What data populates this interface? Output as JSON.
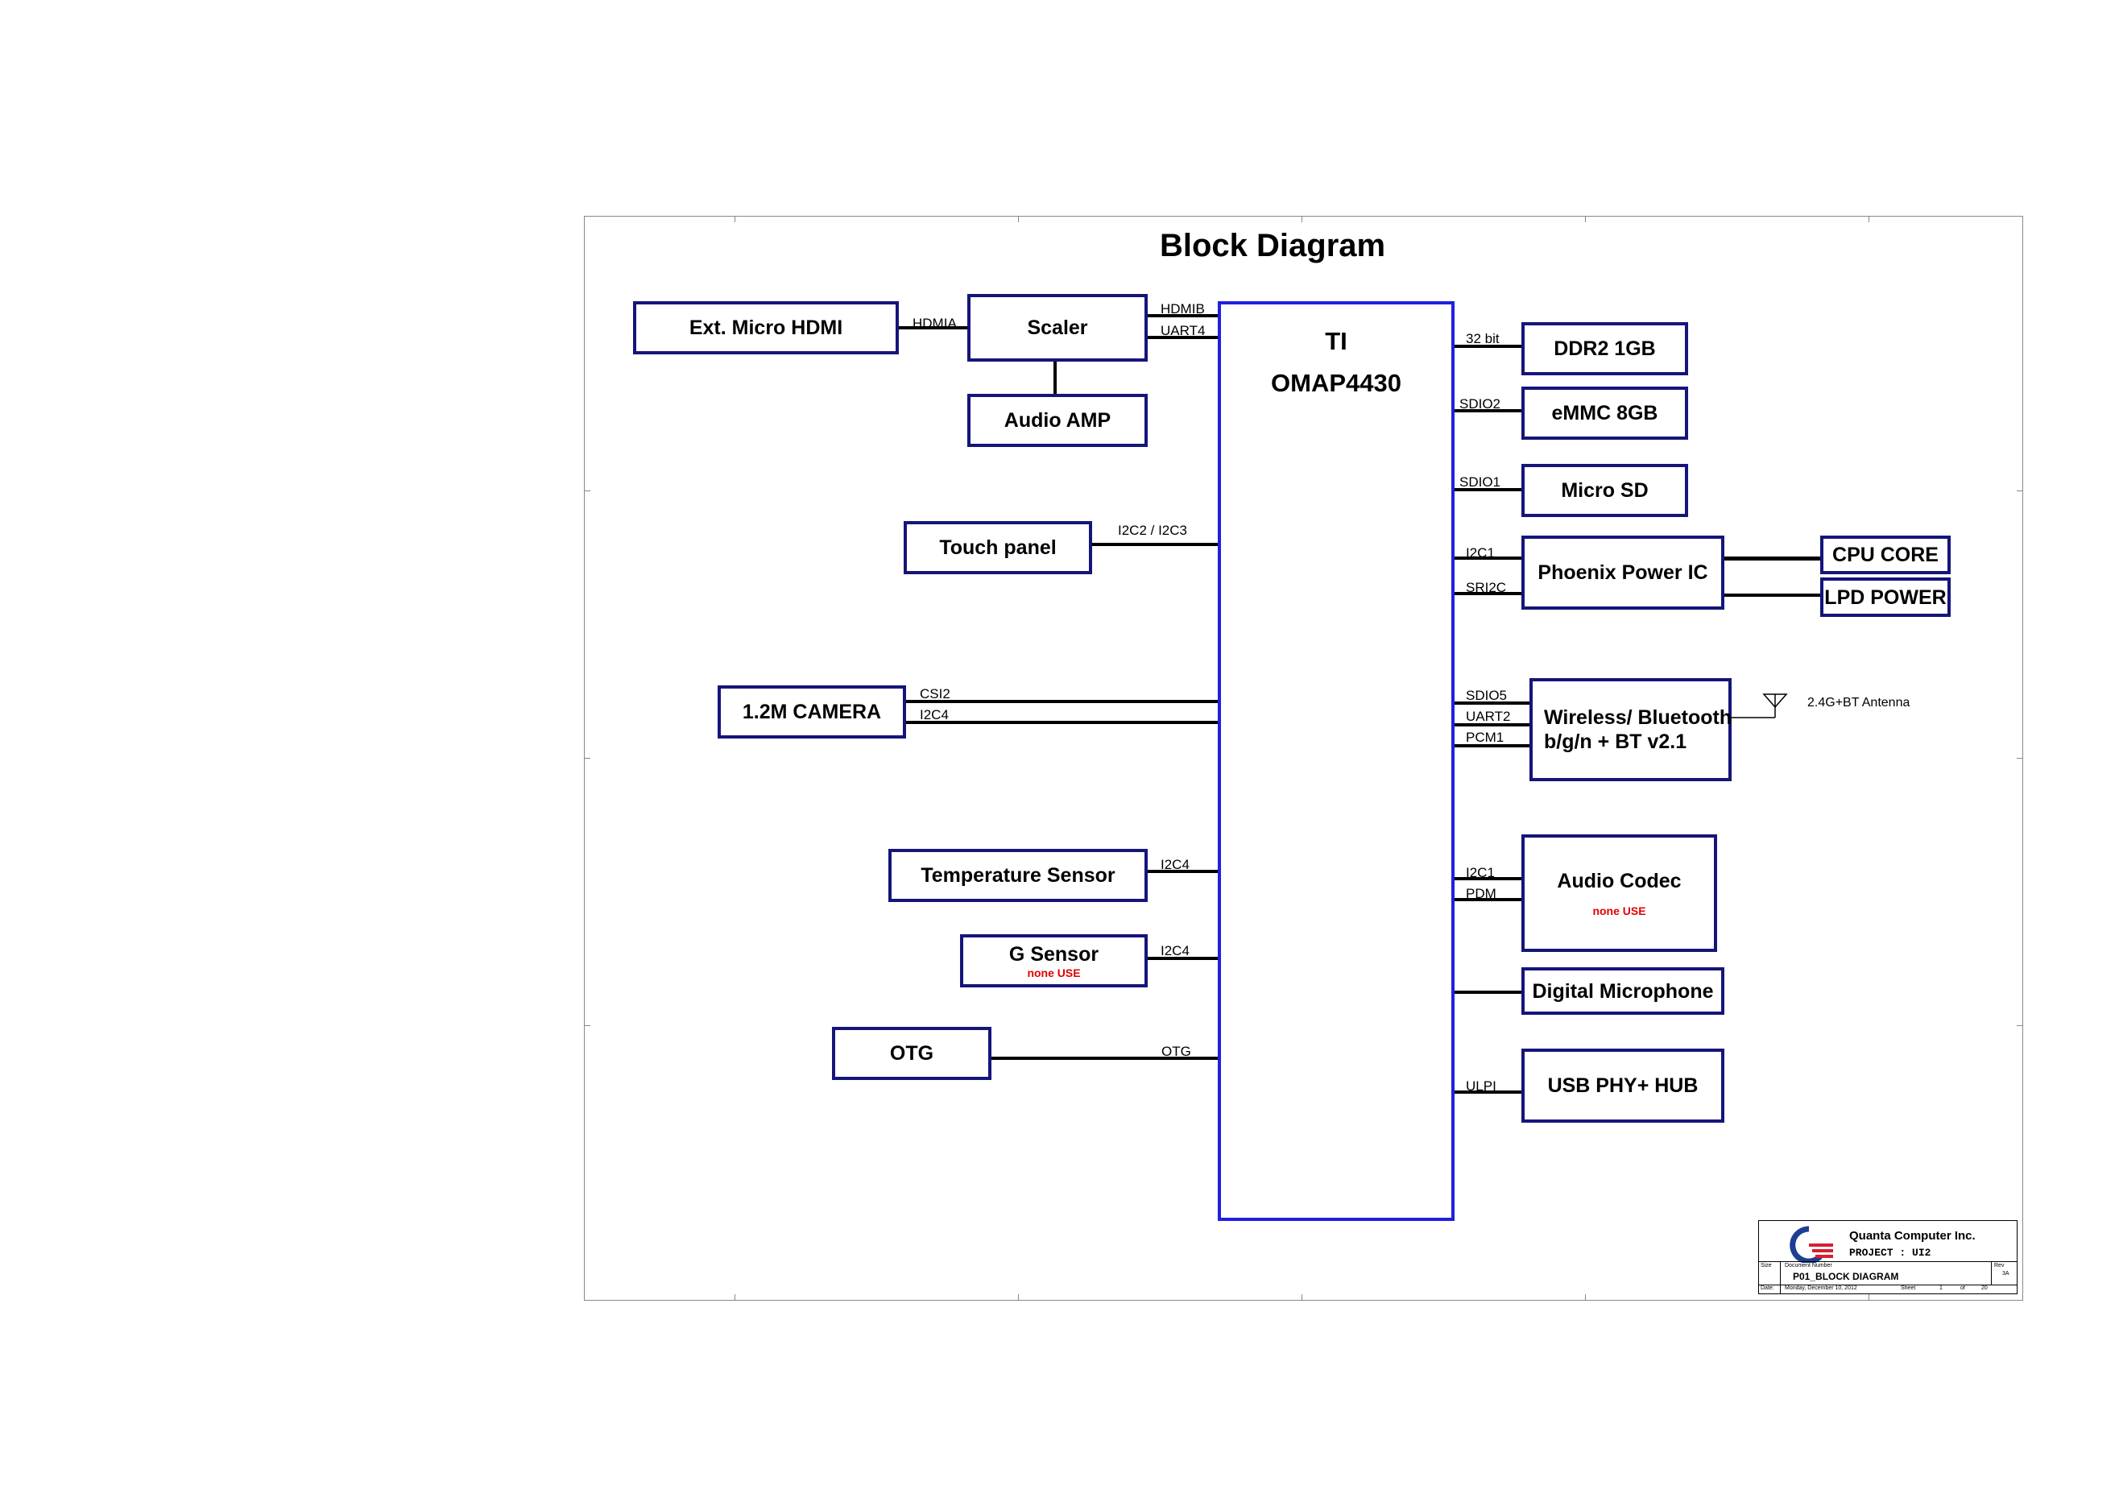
{
  "title": "Block Diagram",
  "soc": {
    "line1": "TI",
    "line2": "OMAP4430"
  },
  "blocks": {
    "ext_hdmi": "Ext. Micro HDMI",
    "scaler": "Scaler",
    "audio_amp": "Audio AMP",
    "touch_panel": "Touch panel",
    "camera": "1.2M CAMERA",
    "temp_sensor": "Temperature Sensor",
    "g_sensor": "G Sensor",
    "g_sensor_note": "none USE",
    "otg": "OTG",
    "ddr2": "DDR2 1GB",
    "emmc": "eMMC 8GB",
    "micro_sd": "Micro SD",
    "phoenix": "Phoenix Power IC",
    "cpu_core": "CPU CORE",
    "lpd_power": "LPD POWER",
    "wireless": "Wireless/ Bluetooth\nb/g/n + BT v2.1",
    "audio_codec": "Audio Codec",
    "audio_codec_note": "none USE",
    "digital_mic": "Digital Microphone",
    "usb_phy": "USB PHY+ HUB"
  },
  "signals": {
    "hdmia": "HDMIA",
    "hdmib": "HDMIB",
    "uart4": "UART4",
    "i2c2_i2c3": "I2C2 / I2C3",
    "csi2": "CSI2",
    "i2c4_cam": "I2C4",
    "i2c4_temp": "I2C4",
    "i2c4_g": "I2C4",
    "otg": "OTG",
    "bit32": "32 bit",
    "sdio2": "SDIO2",
    "sdio1": "SDIO1",
    "i2c1_pmic": "I2C1",
    "sri2c": "SRI2C",
    "sdio5": "SDIO5",
    "uart2": "UART2",
    "pcm1": "PCM1",
    "i2c1_codec": "I2C1",
    "pdm": "PDM",
    "ulpi": "ULPI"
  },
  "antenna": "2.4G+BT Antenna",
  "title_block": {
    "company": "Quanta Computer Inc.",
    "project": "PROJECT : UI2",
    "size_label": "Size",
    "doc_label": "Document Number",
    "rev_label": "Rev",
    "doc_number": "P01_BLOCK DIAGRAM",
    "rev": "3A",
    "date_label": "Date:",
    "date": "Monday, December 10, 2012",
    "sheet_label": "Sheet",
    "sheet": "1",
    "of_label": "of",
    "total": "20"
  },
  "colors": {
    "block_border": "#15157a",
    "soc_border": "#2020e0",
    "note": "#e00000",
    "logo_blue": "#1c3f94",
    "logo_red": "#d62030"
  }
}
